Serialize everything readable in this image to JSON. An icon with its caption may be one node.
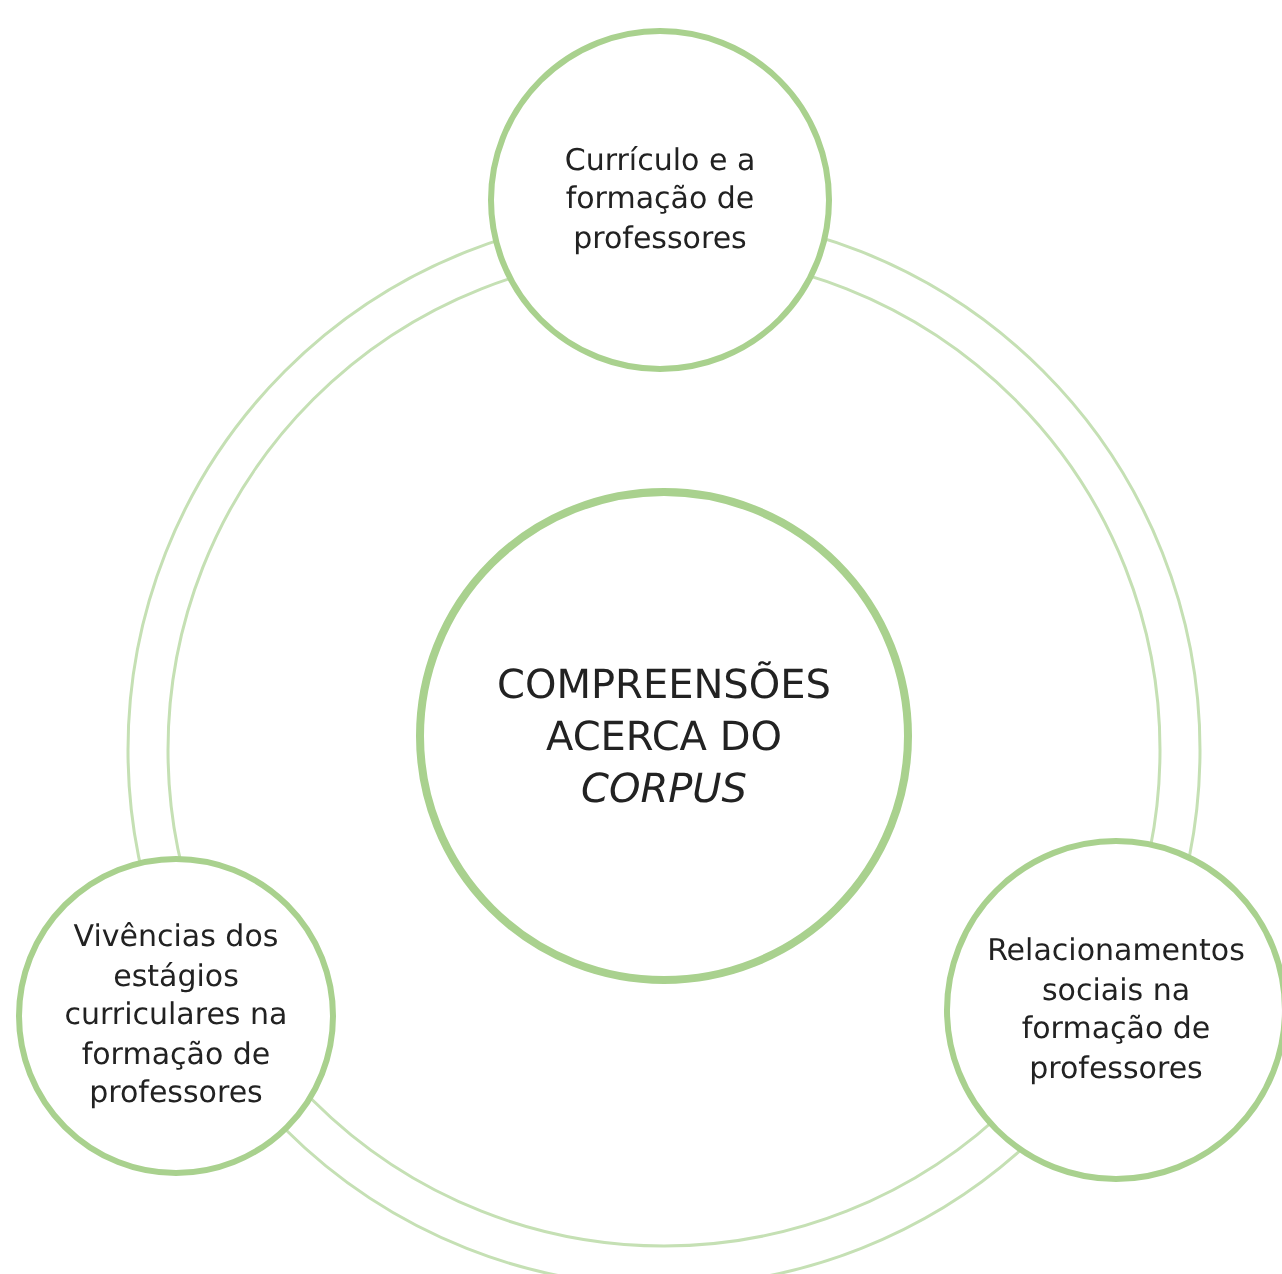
{
  "diagram": {
    "nodes": [
      {
        "text": [
          "Currículo e a formação de professores"
        ]
      },
      {
        "text": [
          "COMPREENSÕES ACERCA DO *CORPUS*"
        ]
      },
      {
        "text": [
          "Vivências dos estágios curriculares na formação de professores"
        ]
      },
      {
        "text": [
          "Relacionamentos sociais na formação de professores"
        ]
      }
    ]
  }
}
